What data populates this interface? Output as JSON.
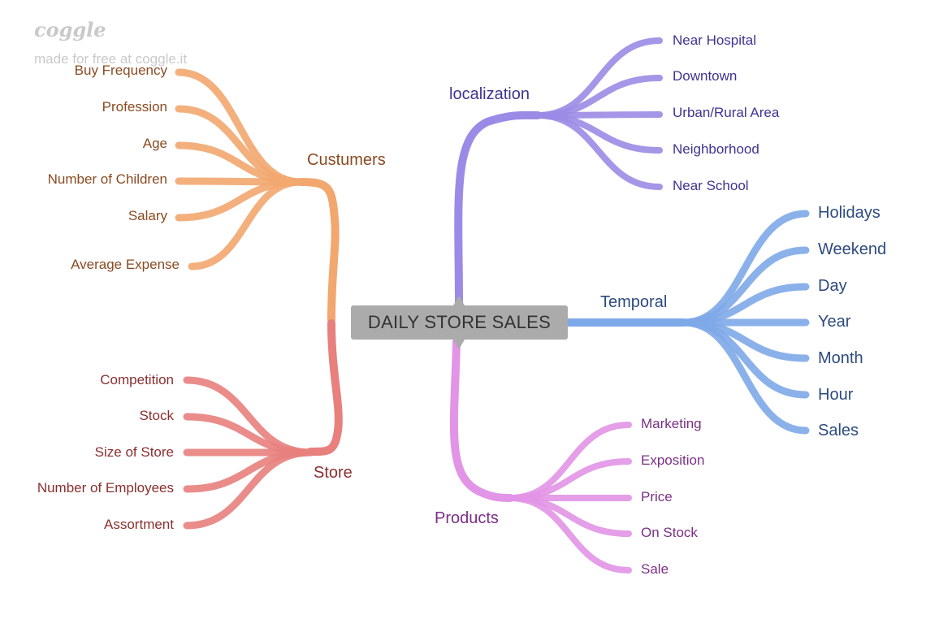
{
  "brand": {
    "logo": "coggle",
    "subtitle": "made for free at coggle.it"
  },
  "central": {
    "label": "DAILY STORE SALES"
  },
  "branches": {
    "customers": {
      "label": "Custumers",
      "color": "#f2a76f",
      "text_color": "#8a4b22",
      "items": [
        "Buy Frequency",
        "Profession",
        "Age",
        "Number of Children",
        "Salary",
        "Average Expense"
      ]
    },
    "store": {
      "label": "Store",
      "color": "#e8807d",
      "text_color": "#8a2e2e",
      "items": [
        "Competition",
        "Stock",
        "Size of Store",
        "Number of Employees",
        "Assortment"
      ]
    },
    "localization": {
      "label": "localization",
      "color": "#9b8be6",
      "text_color": "#3e3491",
      "items": [
        "Near Hospital",
        "Downtown",
        "Urban/Rural Area",
        "Neighborhood",
        "Near School"
      ]
    },
    "temporal": {
      "label": "Temporal",
      "color": "#7ea9e8",
      "text_color": "#2d4b7d",
      "items": [
        "Holidays",
        "Weekend",
        "Day",
        "Year",
        "Month",
        "Hour",
        "Sales"
      ]
    },
    "products": {
      "label": "Products",
      "color": "#e294e6",
      "text_color": "#7b2f85",
      "items": [
        "Marketing",
        "Exposition",
        "Price",
        "On Stock",
        "Sale"
      ]
    }
  }
}
